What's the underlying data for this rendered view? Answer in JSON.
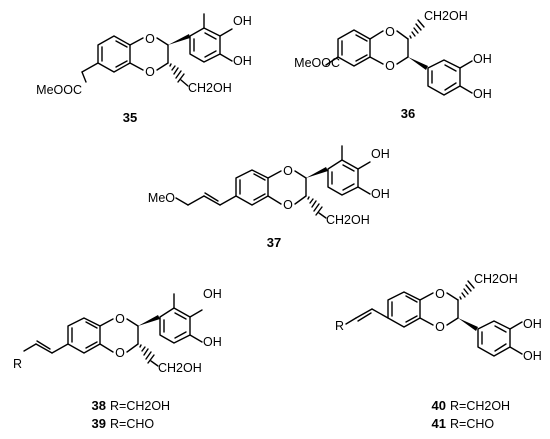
{
  "labels": {
    "oh": "OH",
    "o": "O",
    "ch2oh": "CH2OH",
    "meooc": "MeOOC",
    "meo": "MeO",
    "r": "R"
  },
  "compounds": {
    "c35": "35",
    "c36": "36",
    "c37": "37",
    "c38": "38",
    "c39": "39",
    "c40": "40",
    "c41": "41"
  },
  "captions": {
    "c38": "R=CH2OH",
    "c39": "R=CHO",
    "c40": "R=CH2OH",
    "c41": "R=CHO"
  }
}
